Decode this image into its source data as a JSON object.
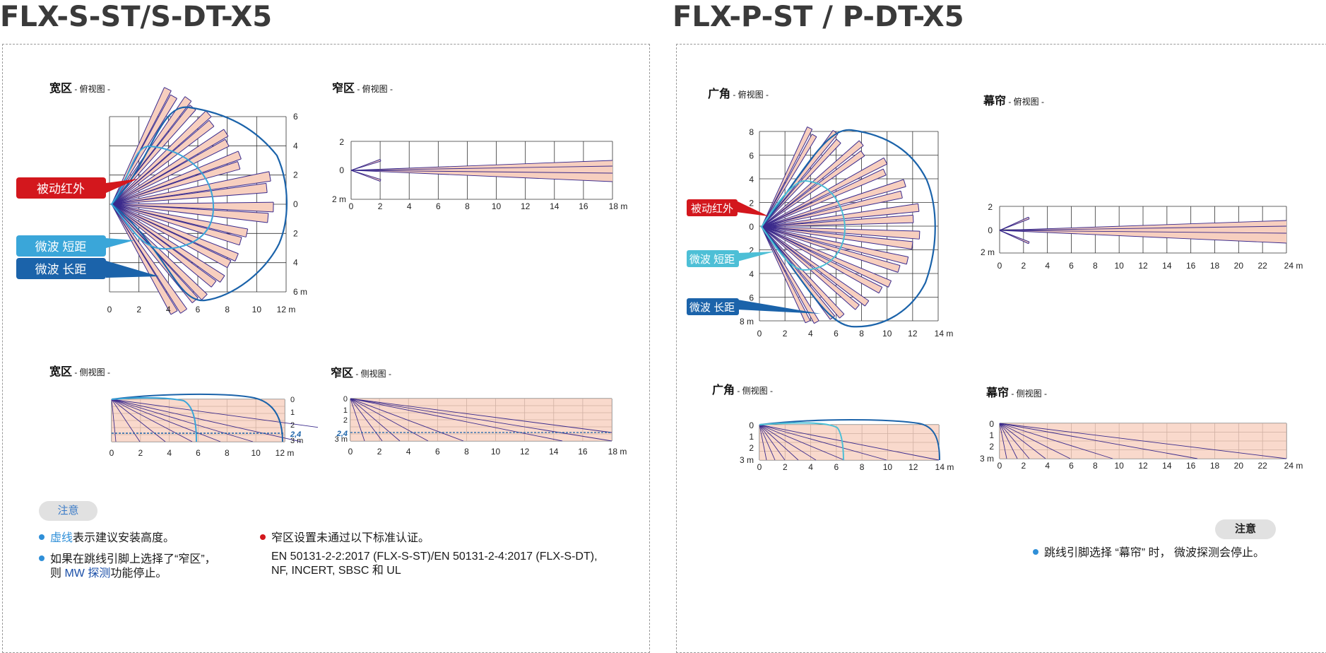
{
  "left_title": "FLX-S-ST/S-DT-X5",
  "right_title": "FLX-P-ST / P-DT-X5",
  "colors": {
    "pir": "#d3171d",
    "mw_short": "#3aa6d9",
    "mw_long": "#1b63aa",
    "beam": "#3a2a8c",
    "fill": "#f7cfbf",
    "note_blue": "#2f8fd8",
    "note_red": "#d3171d"
  },
  "left": {
    "wide_top": {
      "label_main": "宽区",
      "label_sub": "- 俯视图 -",
      "x_ticks": [
        "0",
        "2",
        "4",
        "6",
        "8",
        "10",
        "12 m"
      ],
      "y_ticks": [
        "6",
        "4",
        "2",
        "0",
        "2",
        "4",
        "6 m"
      ]
    },
    "narrow_top": {
      "label_main": "窄区",
      "label_sub": "- 俯视图 -",
      "x_ticks": [
        "0",
        "2",
        "4",
        "6",
        "8",
        "10",
        "12",
        "14",
        "16",
        "18 m"
      ],
      "y_ticks": [
        "2",
        "0",
        "2 m"
      ]
    },
    "wide_side": {
      "label_main": "宽区",
      "label_sub": "- 侧视图 -",
      "x_ticks": [
        "0",
        "2",
        "4",
        "6",
        "8",
        "10",
        "12 m"
      ],
      "y_ticks": [
        "0",
        "1",
        "2",
        "3 m"
      ],
      "height_mark": "2,4"
    },
    "narrow_side": {
      "label_main": "窄区",
      "label_sub": "- 侧视图 -",
      "x_ticks": [
        "0",
        "2",
        "4",
        "6",
        "8",
        "10",
        "12",
        "14",
        "16",
        "18 m"
      ],
      "y_ticks": [
        "0",
        "1",
        "2",
        "3 m"
      ],
      "height_mark": "2,4"
    },
    "callouts": {
      "pir": "被动红外",
      "mw_short": "微波 短距",
      "mw_long": "微波 长距"
    },
    "note_title": "注意",
    "notes": {
      "n1_highlight": "虚线",
      "n1_rest": "表示建议安装高度。",
      "n2_line1": "如果在跳线引脚上选择了“窄区”，",
      "n2_pre": "则 ",
      "n2_highlight": "MW 探测",
      "n2_post": "功能停止。",
      "n3_line1": "窄区设置未通过以下标准认证。",
      "n3_line2": "EN 50131-2-2:2017 (FLX-S-ST)/EN 50131-2-4:2017 (FLX-S-DT),",
      "n3_line3": "NF, INCERT, SBSC 和 UL"
    }
  },
  "right": {
    "wide_top": {
      "label_main": "广角",
      "label_sub": "- 俯视图 -",
      "x_ticks": [
        "0",
        "2",
        "4",
        "6",
        "8",
        "10",
        "12",
        "14 m"
      ],
      "y_ticks": [
        "8",
        "6",
        "4",
        "2",
        "0",
        "2",
        "4",
        "6",
        "8 m"
      ]
    },
    "curtain_top": {
      "label_main": "幕帘",
      "label_sub": "- 俯视图 -",
      "x_ticks": [
        "0",
        "2",
        "4",
        "6",
        "8",
        "10",
        "12",
        "14",
        "16",
        "18",
        "20",
        "22",
        "24 m"
      ],
      "y_ticks": [
        "2",
        "0",
        "2 m"
      ]
    },
    "wide_side": {
      "label_main": "广角",
      "label_sub": "- 侧视图 -",
      "x_ticks": [
        "0",
        "2",
        "4",
        "6",
        "8",
        "10",
        "12",
        "14 m"
      ],
      "y_ticks": [
        "0",
        "1",
        "2",
        "3 m"
      ]
    },
    "curtain_side": {
      "label_main": "幕帘",
      "label_sub": "- 侧视图 -",
      "x_ticks": [
        "0",
        "2",
        "4",
        "6",
        "8",
        "10",
        "12",
        "14",
        "16",
        "18",
        "20",
        "22",
        "24 m"
      ],
      "y_ticks": [
        "0",
        "1",
        "2",
        "3 m"
      ]
    },
    "callouts": {
      "pir": "被动红外",
      "mw_short": "微波 短距",
      "mw_long": "微波 长距"
    },
    "note_title": "注意",
    "note_text": "跳线引脚选择 “幕帘” 时， 微波探测会停止。"
  }
}
